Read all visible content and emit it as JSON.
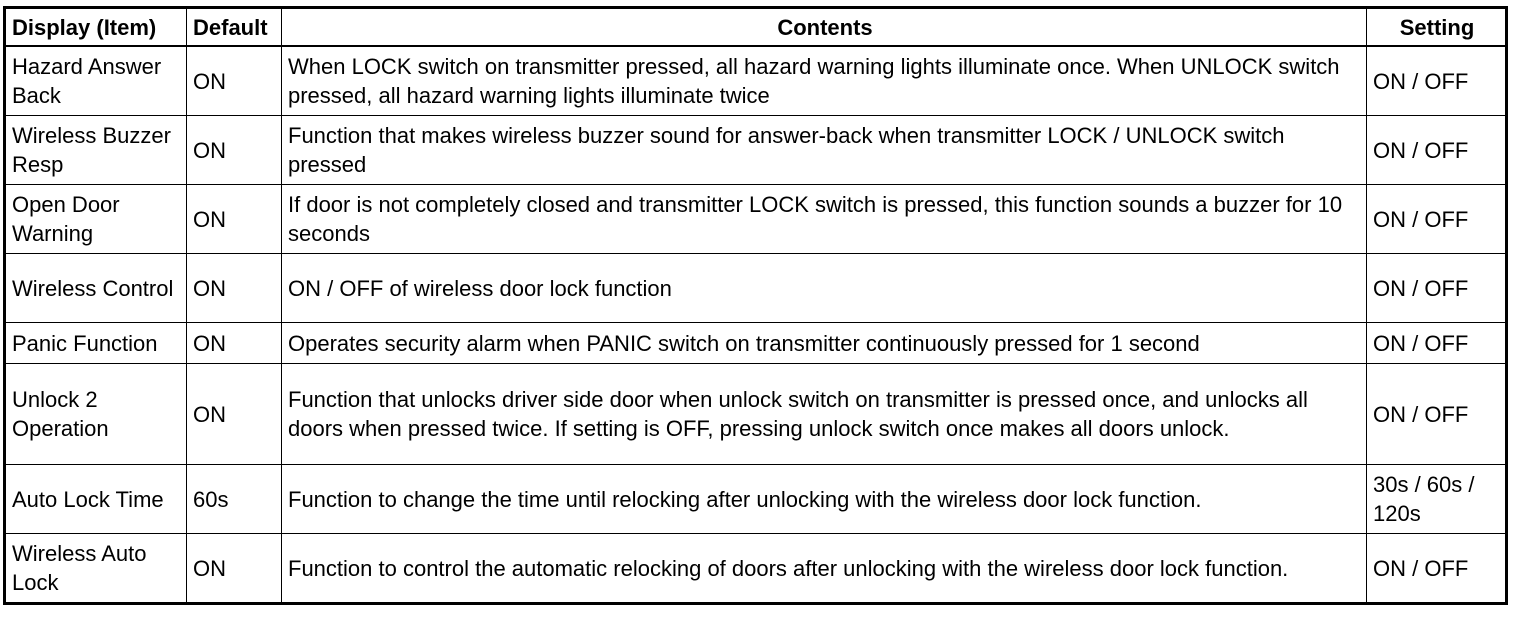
{
  "headers": {
    "item": "Display (Item)",
    "default": "Default",
    "contents": "Contents",
    "setting": "Setting"
  },
  "rows": [
    {
      "item": "Hazard Answer Back",
      "default": "ON",
      "contents": "When LOCK switch on transmitter pressed, all hazard warning lights illuminate once. When UNLOCK switch pressed, all hazard warning lights illuminate twice",
      "setting": "ON / OFF"
    },
    {
      "item": "Wireless Buzzer Resp",
      "default": "ON",
      "contents": "Function that makes wireless buzzer sound for answer-back when transmitter LOCK / UNLOCK switch pressed",
      "setting": "ON / OFF"
    },
    {
      "item": "Open Door Warning",
      "default": "ON",
      "contents": "If door is not completely closed and transmitter LOCK switch is pressed, this function sounds a buzzer for 10 seconds",
      "setting": "ON / OFF"
    },
    {
      "item": "Wireless Control",
      "default": "ON",
      "contents": "ON / OFF of wireless door lock function",
      "setting": "ON / OFF"
    },
    {
      "item": "Panic Function",
      "default": "ON",
      "contents": "Operates security alarm when PANIC switch on transmitter continuously pressed for 1 second",
      "setting": "ON / OFF"
    },
    {
      "item": "Unlock 2 Operation",
      "default": "ON",
      "contents": "Function that unlocks driver side door when unlock switch on transmitter is pressed once, and unlocks all doors when pressed twice. If setting is OFF, pressing unlock switch once makes all doors unlock.",
      "setting": "ON / OFF"
    },
    {
      "item": "Auto Lock Time",
      "default": "60s",
      "contents": "Function to change the time until relocking after unlocking with the wireless door lock function.",
      "setting": "30s / 60s / 120s"
    },
    {
      "item": "Wireless Auto Lock",
      "default": "ON",
      "contents": "Function to control the automatic relocking of doors after unlocking with the wireless door lock function.",
      "setting": "ON / OFF"
    }
  ]
}
